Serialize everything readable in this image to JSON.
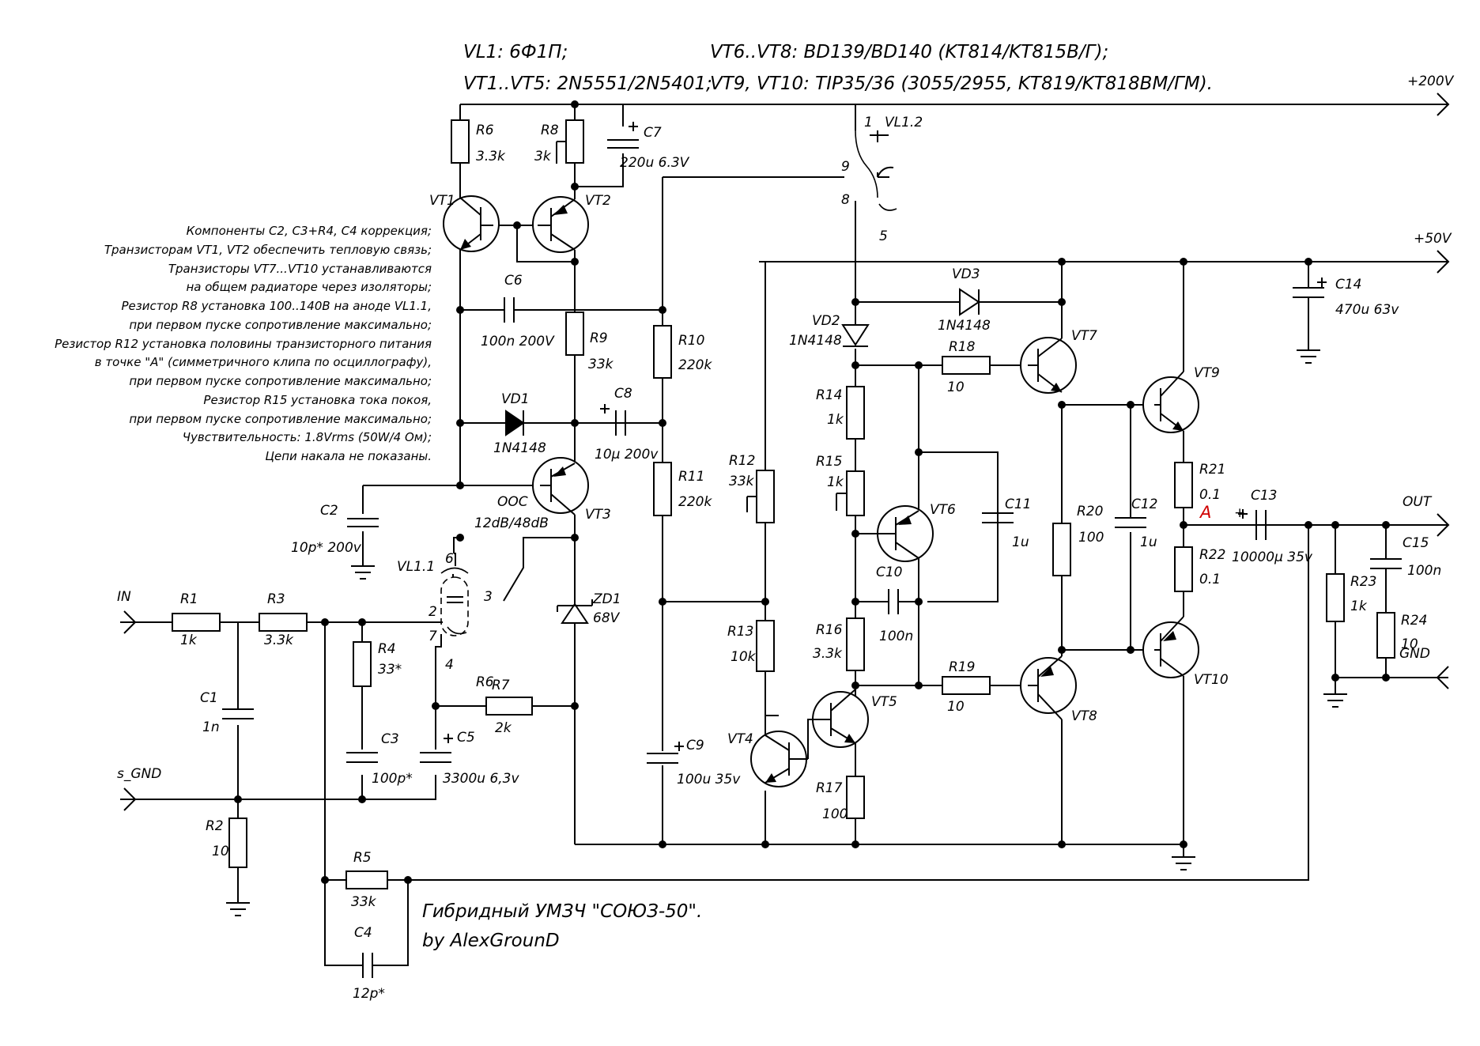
{
  "header": {
    "line1_left": "VL1: 6Ф1П;",
    "line1_right": "VT6..VT8: BD139/BD140 (KT814/KT815В/Г);",
    "line2_left": "VT1..VT5: 2N5551/2N5401;",
    "line2_right": "VT9, VT10: TIP35/36 (3055/2955, KT819/KT818ВМ/ГМ)."
  },
  "notes": [
    "Компоненты С2, С3+R4, С4 коррекция;",
    "Транзисторам VT1, VT2 обеспечить тепловую связь;",
    "Транзисторы VT7...VT10 устанавливаются",
    "на общем радиаторе через изоляторы;",
    "Резистор R8 установка 100..140В на аноде VL1.1,",
    "при первом пуске сопротивление максимально;",
    "Резистор R12 установка половины транзисторного питания",
    "в точке \"А\" (симметричного клипа по осциллографу),",
    "при первом пуске сопротивление максимально;",
    "Резистор R15 установка тока покоя,",
    "при первом пуске сопротивление максимально;",
    "Чувствительность: 1.8Vrms (50W/4 Ом);",
    "Цепи накала не показаны."
  ],
  "signature": {
    "title": "Гибридный УМЗЧ \"СОЮЗ-50\".",
    "author": "by AlexGrounD"
  },
  "rails": {
    "hv": "+200V",
    "lv": "+50V"
  },
  "ports": {
    "in": "IN",
    "sgnd": "s_GND",
    "out": "OUT",
    "gnd": "GND"
  },
  "point_a": "A",
  "feedback": {
    "name": "OOC",
    "value": "12dB/48dB"
  },
  "tube": {
    "vl11": "VL1.1",
    "vl12": "VL1.2",
    "pins": [
      "1",
      "9",
      "8",
      "5",
      "6",
      "2",
      "3",
      "7",
      "4"
    ]
  },
  "polarity": "+",
  "components": {
    "R1": "1k",
    "R2": "10",
    "R3": "3.3k",
    "R4": "33*",
    "R5": "33k",
    "R6": "3.3k",
    "R7": "2k",
    "R8": "3k",
    "R9": "33k",
    "R10": "220k",
    "R11": "220k",
    "R12": "33k",
    "R13": "10k",
    "R14": "1k",
    "R15": "1k",
    "R16": "3.3k",
    "R17": "100",
    "R18": "10",
    "R19": "10",
    "R20": "100",
    "R21": "0.1",
    "R22": "0.1",
    "R23": "1k",
    "R24": "10",
    "C1": "1n",
    "C2": "10p* 200v",
    "C3": "100p*",
    "C4": "12p*",
    "C5": "3300u 6,3v",
    "C6": "100n 200V",
    "C7": "220u 6.3V",
    "C8": "10μ 200v",
    "C9": "100u 35v",
    "C10": "100n",
    "C11": "1u",
    "C12": "1u",
    "C13": "10000μ 35v",
    "C14": "470u 63v",
    "C15": "100n",
    "VD1": "1N4148",
    "VD2": "1N4148",
    "VD3": "1N4148",
    "ZD1": "68V"
  },
  "transistors": [
    "VT1",
    "VT2",
    "VT3",
    "VT4",
    "VT5",
    "VT6",
    "VT7",
    "VT8",
    "VT9",
    "VT10"
  ]
}
